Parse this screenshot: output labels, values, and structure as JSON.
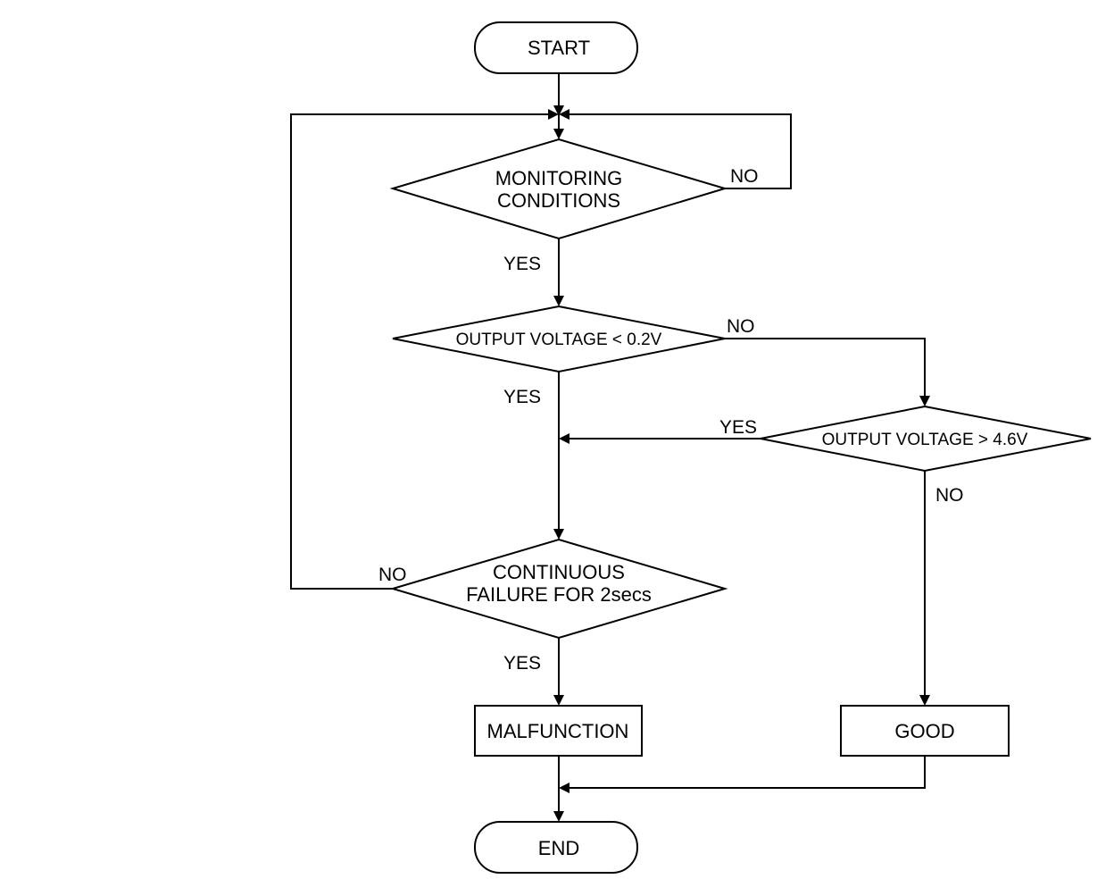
{
  "nodes": {
    "start": "START",
    "monitoring_line1": "MONITORING",
    "monitoring_line2": "CONDITIONS",
    "voltage_low": "OUTPUT VOLTAGE < 0.2V",
    "voltage_high": "OUTPUT VOLTAGE > 4.6V",
    "continuous_line1": "CONTINUOUS",
    "continuous_line2": "FAILURE FOR 2secs",
    "malfunction": "MALFUNCTION",
    "good": "GOOD",
    "end": "END"
  },
  "labels": {
    "monitoring_no": "NO",
    "monitoring_yes": "YES",
    "voltage_low_no": "NO",
    "voltage_low_yes": "YES",
    "voltage_high_yes": "YES",
    "voltage_high_no": "NO",
    "continuous_no": "NO",
    "continuous_yes": "YES"
  }
}
